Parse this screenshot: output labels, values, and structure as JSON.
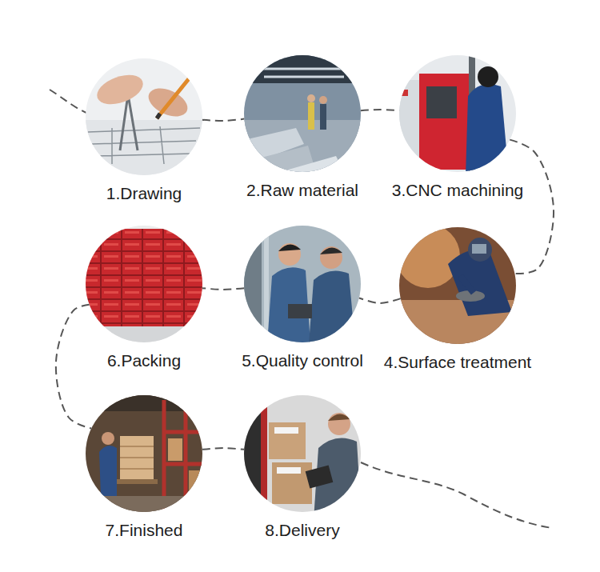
{
  "diagram": {
    "nodes": [
      {
        "text": [
          "1.Drawing"
        ]
      },
      {
        "text": [
          "2.Raw material"
        ]
      },
      {
        "text": [
          "3.CNC machining"
        ]
      },
      {
        "text": [
          "4.Surface treatment"
        ]
      },
      {
        "text": [
          "5.Quality control"
        ]
      },
      {
        "text": [
          "6.Packing"
        ]
      },
      {
        "text": [
          "7.Finished"
        ]
      },
      {
        "text": [
          "8.Delivery"
        ]
      }
    ],
    "edges": [
      {
        "from": 0,
        "to": 1,
        "arrow": "none"
      },
      {
        "from": 1,
        "to": 2,
        "arrow": "none"
      },
      {
        "from": 2,
        "to": 3,
        "arrow": "none"
      },
      {
        "from": 3,
        "to": 4,
        "arrow": "none"
      },
      {
        "from": 4,
        "to": 5,
        "arrow": "none"
      },
      {
        "from": 5,
        "to": 6,
        "arrow": "none"
      },
      {
        "from": 6,
        "to": 7,
        "arrow": "none"
      }
    ]
  }
}
